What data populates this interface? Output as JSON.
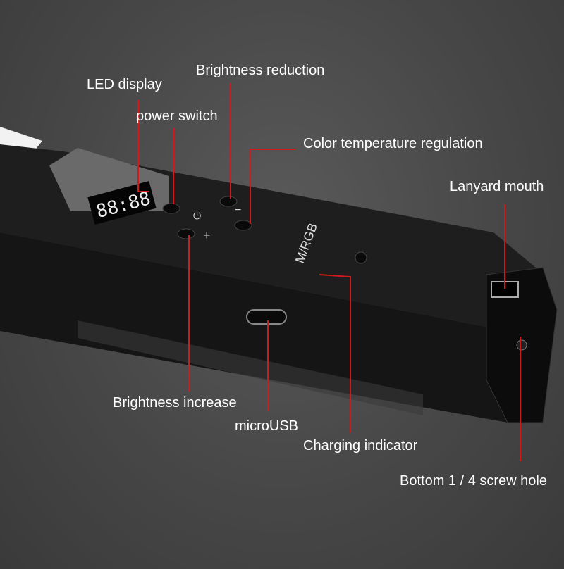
{
  "labels": {
    "led_display": "LED display",
    "brightness_reduction": "Brightness reduction",
    "power_switch": "power switch",
    "color_temperature": "Color temperature regulation",
    "lanyard_mouth": "Lanyard mouth",
    "brightness_increase": "Brightness increase",
    "micro_usb": "microUSB",
    "charging_indicator": "Charging indicator",
    "screw_hole": "Bottom 1 / 4 screw hole"
  },
  "device": {
    "display_text": "88:88",
    "model_text": "M/RGB",
    "button_symbols": {
      "power": "⏻",
      "minus": "−",
      "plus": "+"
    }
  },
  "colors": {
    "callout_line": "#d11a1a",
    "label_text": "#ffffff"
  }
}
